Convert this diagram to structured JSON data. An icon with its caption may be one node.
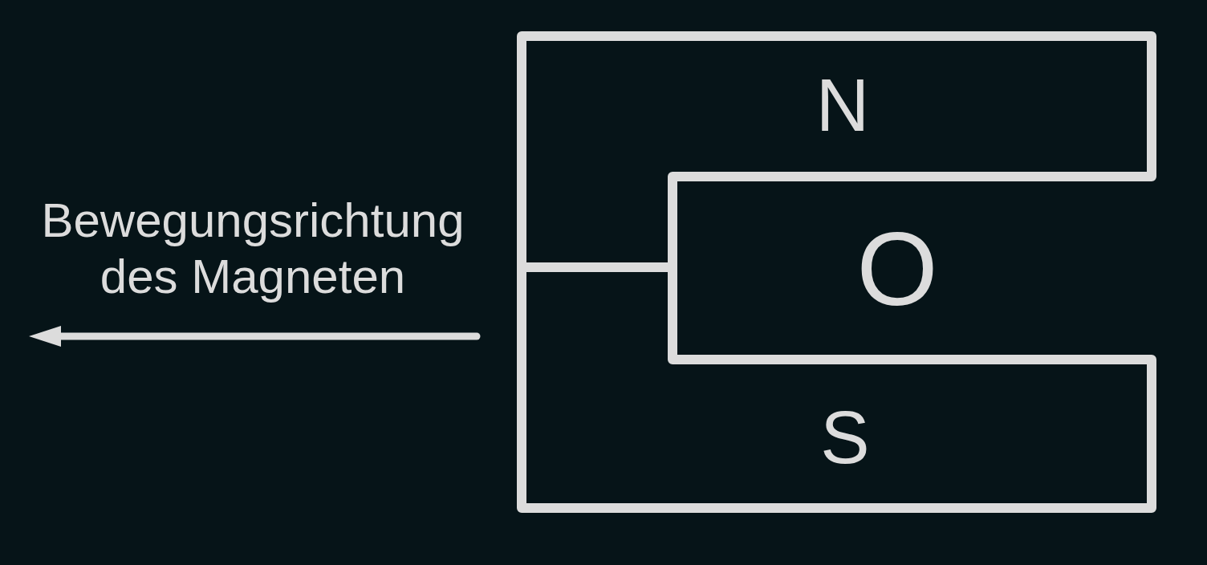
{
  "diagram": {
    "nodes": [
      {
        "text": [
          "N"
        ]
      },
      {
        "text": [
          "S"
        ]
      }
    ],
    "labels": [
      "Bewegungsrichtung des Magneten",
      "O"
    ]
  }
}
